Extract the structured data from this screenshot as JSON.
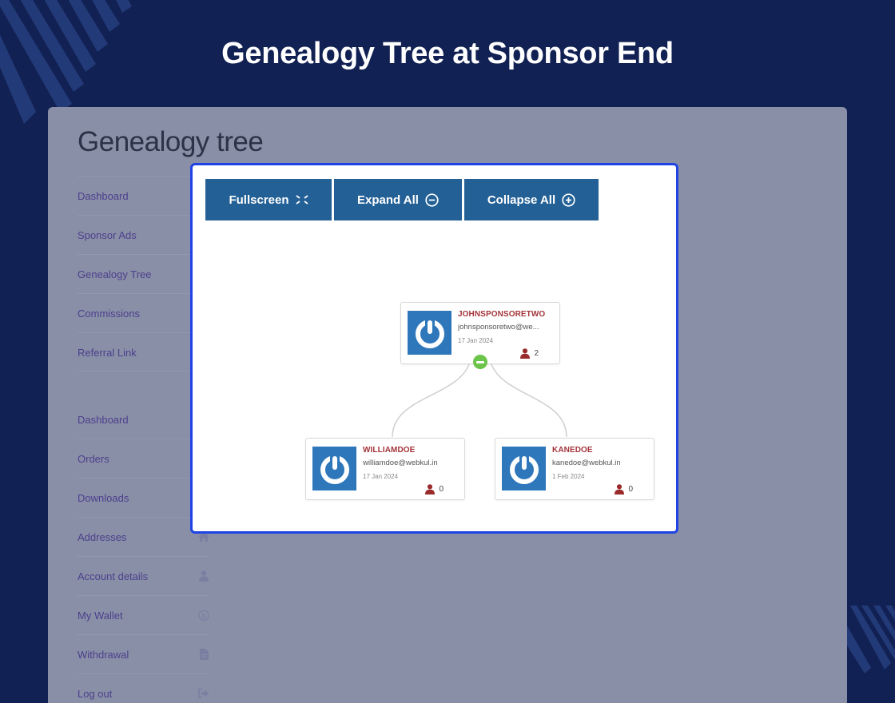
{
  "banner": {
    "title": "Genealogy Tree at Sponsor End"
  },
  "page": {
    "heading": "Genealogy tree"
  },
  "sidebar": {
    "group1": [
      {
        "label": "Dashboard"
      },
      {
        "label": "Sponsor Ads"
      },
      {
        "label": "Genealogy Tree"
      },
      {
        "label": "Commissions"
      },
      {
        "label": "Referral Link"
      }
    ],
    "group2": [
      {
        "label": "Dashboard",
        "icon": ""
      },
      {
        "label": "Orders",
        "icon": ""
      },
      {
        "label": "Downloads",
        "icon": ""
      },
      {
        "label": "Addresses",
        "icon": "home-icon"
      },
      {
        "label": "Account details",
        "icon": "user-icon"
      },
      {
        "label": "My Wallet",
        "icon": "dollar-circle-icon"
      },
      {
        "label": "Withdrawal",
        "icon": "file-icon"
      },
      {
        "label": "Log out",
        "icon": "sign-out-icon"
      }
    ]
  },
  "toolbar": {
    "fullscreen_label": "Fullscreen",
    "expand_label": "Expand All",
    "collapse_label": "Collapse All"
  },
  "tree": {
    "root": {
      "name": "JOHNSPONSORETWO",
      "email": "johnsponsoretwo@we...",
      "date": "17 Jan 2024",
      "count": "2"
    },
    "children": [
      {
        "name": "WILLIAMDOE",
        "email": "williamdoe@webkul.in",
        "date": "17 Jan 2024",
        "count": "0"
      },
      {
        "name": "KANEDOE",
        "email": "kanedoe@webkul.in",
        "date": "1 Feb 2024",
        "count": "0"
      }
    ]
  },
  "colors": {
    "background": "#122153",
    "panel": "#888fa6",
    "button": "#236096",
    "modal_border": "#1f44e6",
    "node_name": "#a4343a",
    "avatar": "#2e77bb",
    "toggle": "#6cc54a"
  }
}
